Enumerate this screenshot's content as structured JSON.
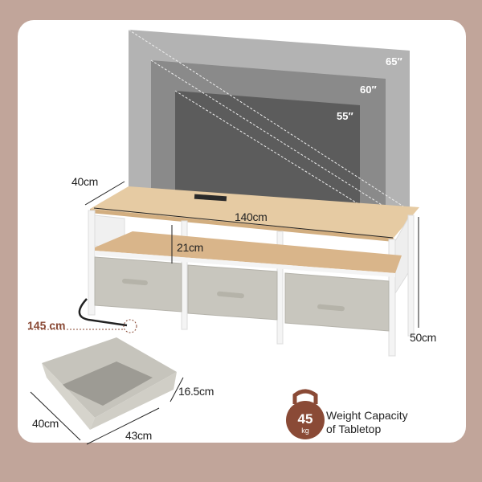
{
  "tv_sizes": [
    {
      "label": "65″",
      "color": "#b3b3b3"
    },
    {
      "label": "60″",
      "color": "#8a8a8a"
    },
    {
      "label": "55″",
      "color": "#5c5c5c"
    }
  ],
  "dimensions": {
    "depth": "40cm",
    "width": "140cm",
    "shelf_height": "21cm",
    "height": "50cm",
    "cord_length": "145 cm"
  },
  "drawer": {
    "depth": "40cm",
    "width": "43cm",
    "height": "16.5cm"
  },
  "weight_capacity": {
    "value": "45",
    "unit": "kg",
    "line1": "Weight Capacity",
    "line2": "of Tabletop"
  },
  "colors": {
    "background": "#c1a59a",
    "accent": "#8a4a36",
    "wood": "#e6cba3",
    "drawer_fabric": "#c8c6be",
    "frame": "#ffffff"
  }
}
